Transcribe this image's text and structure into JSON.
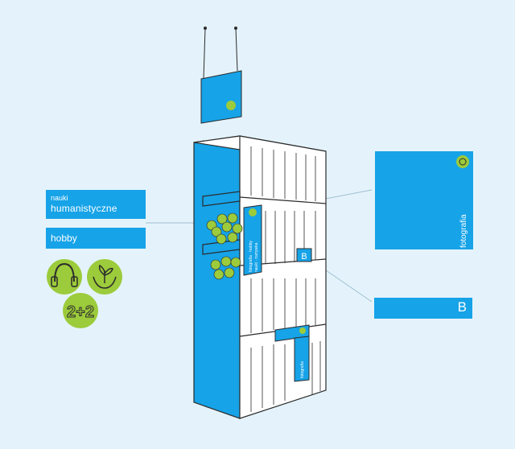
{
  "labels": {
    "nauki_small": "nauki",
    "nauki_big": "humanistyczne",
    "hobby": "hobby",
    "b_letter": "B",
    "fotografia": "fotografia",
    "shelf_b": "B",
    "shelf_fotografia": "fotografia",
    "shelf_spine_1": "fotografia · hobby",
    "shelf_spine_2": "nauki · rozrywka"
  },
  "icons": [
    "headphones-icon",
    "hands-plant-icon",
    "math-2plus2-icon"
  ],
  "icon_text": {
    "two_plus_two": "2+2"
  },
  "colors": {
    "background": "#e4f3fb",
    "accent_blue": "#16a3e8",
    "accent_green": "#9ccb3b",
    "line": "#2b2b2b",
    "connector": "#9fbfd0"
  }
}
